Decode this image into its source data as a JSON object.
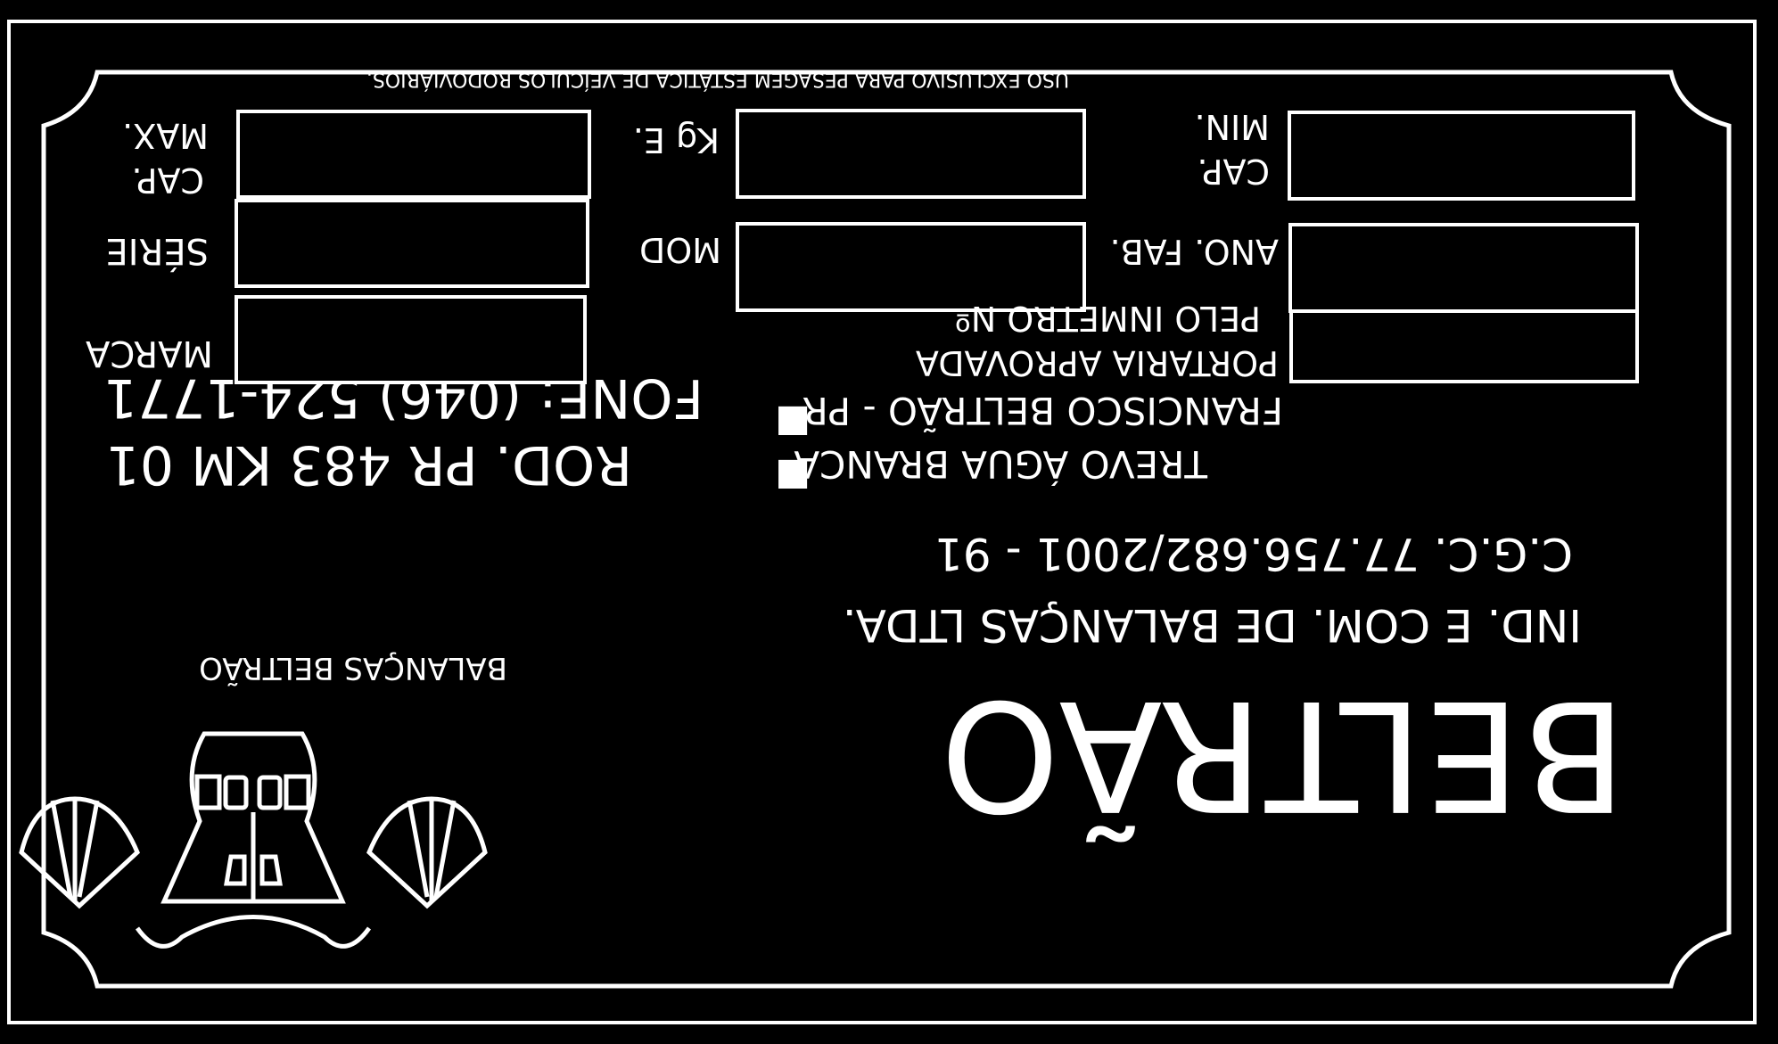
{
  "plate": {
    "brand": "BELTRÃO",
    "company": "IND. E COM. DE BALANÇAS LTDA.",
    "cgc": "C.G.C. 77.756.682/2001 - 91",
    "logo_caption": "BALANÇAS BELTRÃO",
    "address": "ROD. PR 483 KM 01",
    "phone": "FONE: (046) 524-1771",
    "location_line1": "TREVO ÁGUA BRANCA",
    "location_line2": "FRANCISCO BELTRÃO - PR",
    "usage_note": "USO EXCLUSIVO PARA PESAGEM ESTÁTICA DE VEÍCULOS RODOVIÁRIOS.",
    "labels": {
      "marca": "MARCA",
      "serie": "SÉRIE",
      "cap_max_1": "CAP.",
      "cap_max_2": "MAX.",
      "mod": "MOD",
      "kg_e": "Kg E.",
      "portaria_1": "PORTARIA APROVADA",
      "portaria_2": "PELO INMETRO Nº",
      "ano_fab": "ANO. FAB.",
      "cap_min_1": "CAP.",
      "cap_min_2": "MIN."
    },
    "colors": {
      "background": "#000000",
      "foreground": "#ffffff"
    }
  }
}
